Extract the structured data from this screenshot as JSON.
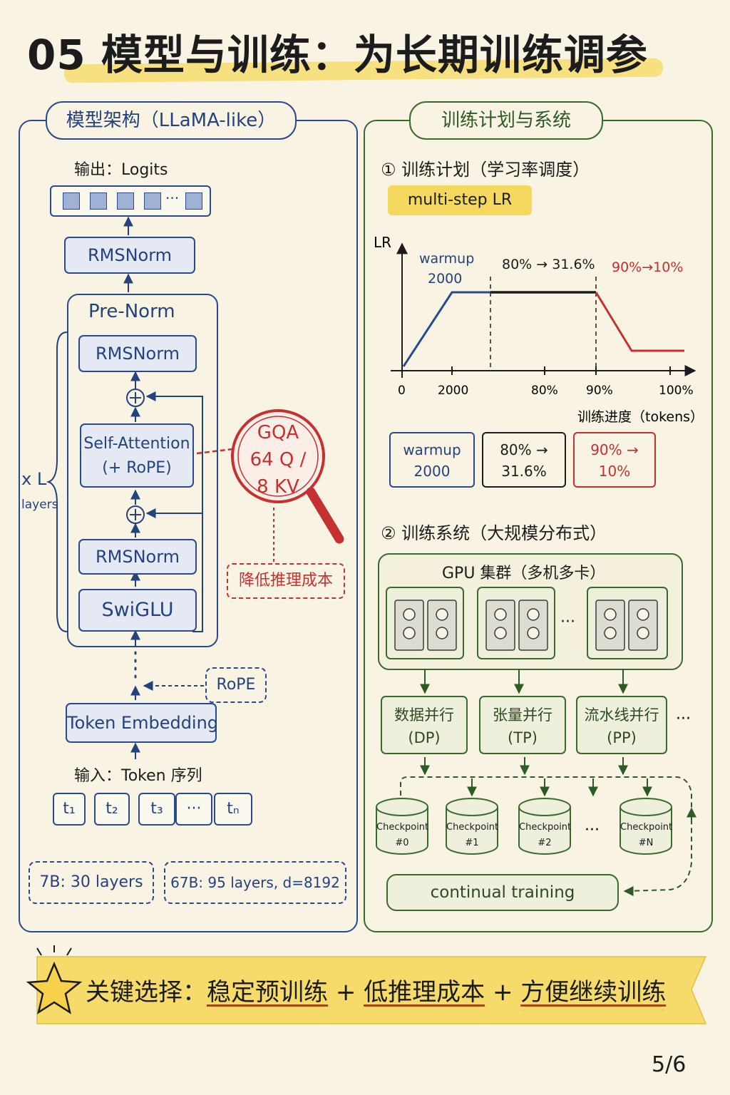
{
  "title": "05 模型与训练：为长期训练调参",
  "left_panel": {
    "header": "模型架构（LLaMA-like）",
    "output_label": "输出：Logits",
    "top_norm": "RMSNorm",
    "prenorm_label": "Pre-Norm",
    "block_norm_top": "RMSNorm",
    "attention_line1": "Self-Attention",
    "attention_line2": "(+ RoPE)",
    "block_norm_bottom": "RMSNorm",
    "ffn": "SwiGLU",
    "layers_x": "x L",
    "layers_word": "layers",
    "gqa_line1": "GQA",
    "gqa_line2": "64 Q /",
    "gqa_line3": "8 KV",
    "gqa_note": "降低推理成本",
    "rope_tag": "RoPE",
    "embedding": "Token Embedding",
    "input_label": "输入：Token 序列",
    "tokens": [
      "t₁",
      "t₂",
      "t₃",
      "···",
      "tₙ"
    ],
    "logit_ellipsis": "···",
    "config_7b": "7B: 30 layers",
    "config_67b": "67B: 95 layers, d=8192"
  },
  "right_panel": {
    "header": "训练计划与系统",
    "section1": "① 训练计划（学习率调度）",
    "lr_tag": "multi-step LR",
    "chart_labels": {
      "y_axis": "LR",
      "warmup": "warmup",
      "warmup_steps": "2000",
      "step1": "80% → 31.6%",
      "step2": "90%→10%",
      "x_ticks": [
        "0",
        "2000",
        "80%",
        "90%",
        "100%"
      ],
      "x_axis": "训练进度（tokens）"
    },
    "legend": {
      "warmup_line1": "warmup",
      "warmup_line2": "2000",
      "step1_line1": "80% →",
      "step1_line2": "31.6%",
      "step2_line1": "90% →",
      "step2_line2": "10%"
    },
    "section2": "② 训练系统（大规模分布式）",
    "cluster_label": "GPU 集群（多机多卡）",
    "cluster_ellipsis": "···",
    "parallel": [
      {
        "line1": "数据并行",
        "line2": "(DP)"
      },
      {
        "line1": "张量并行",
        "line2": "(TP)"
      },
      {
        "line1": "流水线并行",
        "line2": "(PP)"
      }
    ],
    "parallel_more": "···",
    "checkpoints": [
      {
        "line1": "Checkpoint",
        "line2": "#0"
      },
      {
        "line1": "Checkpoint",
        "line2": "#1"
      },
      {
        "line1": "Checkpoint",
        "line2": "#2"
      },
      {
        "line1": "Checkpoint",
        "line2": "#N"
      }
    ],
    "checkpoint_more": "···",
    "continual": "continual training"
  },
  "banner": {
    "lead": "关键选择：",
    "part1": "稳定预训练",
    "plus": "+",
    "part2": "低推理成本",
    "part3": "方便继续训练"
  },
  "page_number": "5/6",
  "colors": {
    "blue": "#2a4a8c",
    "green": "#3a6a2e",
    "red": "#c53030",
    "highlight": "#f5d95e",
    "background": "#f8f3e3"
  }
}
